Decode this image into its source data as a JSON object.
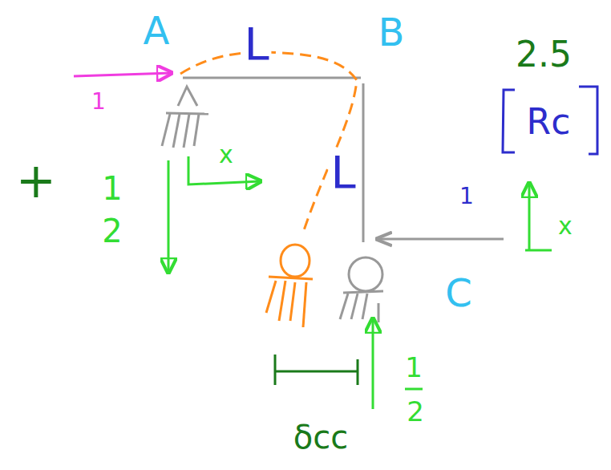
{
  "diagram": {
    "labels": [
      "A",
      "1",
      "+",
      "1",
      "2",
      "x",
      "L",
      "B",
      "L",
      "2.5",
      "Rc",
      "1",
      "x",
      "C",
      "1",
      "2",
      "δcc"
    ]
  }
}
